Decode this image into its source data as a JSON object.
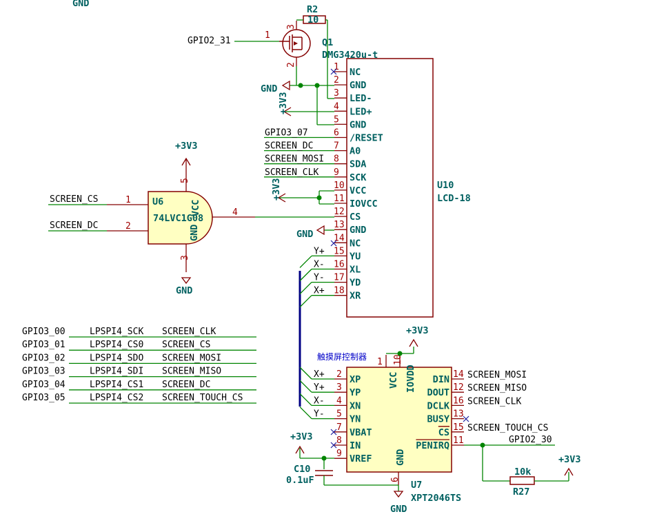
{
  "top_clip_label": "GND",
  "q1": {
    "ref": "Q1",
    "value": "DMG3420u-t",
    "gate_net": "GPIO2_31",
    "pin_gate": "1",
    "pin_source": "2",
    "pin_drain": "3"
  },
  "r2": {
    "ref": "R2",
    "value": "10"
  },
  "u10": {
    "ref": "U10",
    "value": "LCD-18",
    "pins": [
      {
        "num": "1",
        "name": "NC",
        "net": ""
      },
      {
        "num": "2",
        "name": "GND",
        "net": ""
      },
      {
        "num": "3",
        "name": "LED-",
        "net": ""
      },
      {
        "num": "4",
        "name": "LED+",
        "net": ""
      },
      {
        "num": "5",
        "name": "GND",
        "net": ""
      },
      {
        "num": "6",
        "name": "/RESET",
        "net": "GPIO3_07"
      },
      {
        "num": "7",
        "name": "A0",
        "net": "SCREEN_DC"
      },
      {
        "num": "8",
        "name": "SDA",
        "net": "SCREEN_MOSI"
      },
      {
        "num": "9",
        "name": "SCK",
        "net": "SCREEN_CLK"
      },
      {
        "num": "10",
        "name": "VCC",
        "net": ""
      },
      {
        "num": "11",
        "name": "IOVCC",
        "net": ""
      },
      {
        "num": "12",
        "name": "CS",
        "net": ""
      },
      {
        "num": "13",
        "name": "GND",
        "net": ""
      },
      {
        "num": "14",
        "name": "NC",
        "net": ""
      },
      {
        "num": "15",
        "name": "YU",
        "net": "Y+"
      },
      {
        "num": "16",
        "name": "XL",
        "net": "X-"
      },
      {
        "num": "17",
        "name": "YD",
        "net": "Y-"
      },
      {
        "num": "18",
        "name": "XR",
        "net": "X+"
      }
    ]
  },
  "u6": {
    "ref": "U6",
    "value": "74LVC1G08",
    "vcc_label": "VCC",
    "gnd_label": "GND",
    "pin_a": "1",
    "pin_b": "2",
    "pin_y": "4",
    "pin_vcc": "5",
    "pin_gnd": "3",
    "net_a": "SCREEN_CS",
    "net_b": "SCREEN_DC"
  },
  "power": {
    "v33": "+3V3",
    "gnd": "GND"
  },
  "gpio_table": [
    {
      "gpio": "GPIO3_00",
      "func": "LPSPI4_SCK",
      "net": "SCREEN_CLK"
    },
    {
      "gpio": "GPIO3_01",
      "func": "LPSPI4_CS0",
      "net": "SCREEN_CS"
    },
    {
      "gpio": "GPIO3_02",
      "func": "LPSPI4_SDO",
      "net": "SCREEN_MOSI"
    },
    {
      "gpio": "GPIO3_03",
      "func": "LPSPI4_SDI",
      "net": "SCREEN_MISO"
    },
    {
      "gpio": "GPIO3_04",
      "func": "LPSPI4_CS1",
      "net": "SCREEN_DC"
    },
    {
      "gpio": "GPIO3_05",
      "func": "LPSPI4_CS2",
      "net": "SCREEN_TOUCH_CS"
    }
  ],
  "u7": {
    "ref": "U7",
    "value": "XPT2046TS",
    "note": "触摸屏控制器",
    "vcc_label": "VCC",
    "iovdd_label": "IOVDD",
    "gnd_label": "GND",
    "pin_vcc": "1",
    "pin_iovdd": "10",
    "pin_gnd": "6",
    "left_pins": [
      {
        "num": "2",
        "name": "XP",
        "net": "X+"
      },
      {
        "num": "3",
        "name": "YP",
        "net": "Y+"
      },
      {
        "num": "4",
        "name": "XN",
        "net": "X-"
      },
      {
        "num": "5",
        "name": "YN",
        "net": "Y-"
      },
      {
        "num": "7",
        "name": "VBAT",
        "net": ""
      },
      {
        "num": "8",
        "name": "IN",
        "net": ""
      },
      {
        "num": "9",
        "name": "VREF",
        "net": ""
      }
    ],
    "right_pins": [
      {
        "num": "14",
        "name": "DIN",
        "net": "SCREEN_MOSI"
      },
      {
        "num": "12",
        "name": "DOUT",
        "net": "SCREEN_MISO"
      },
      {
        "num": "16",
        "name": "DCLK",
        "net": "SCREEN_CLK"
      },
      {
        "num": "13",
        "name": "BUSY",
        "net": ""
      },
      {
        "num": "15",
        "name": "CS",
        "net": "SCREEN_TOUCH_CS"
      },
      {
        "num": "11",
        "name": "PENIRQ",
        "net": "GPIO2_30"
      }
    ]
  },
  "c10": {
    "ref": "C10",
    "value": "0.1uF"
  },
  "r27": {
    "ref": "R27",
    "value": "10k"
  }
}
